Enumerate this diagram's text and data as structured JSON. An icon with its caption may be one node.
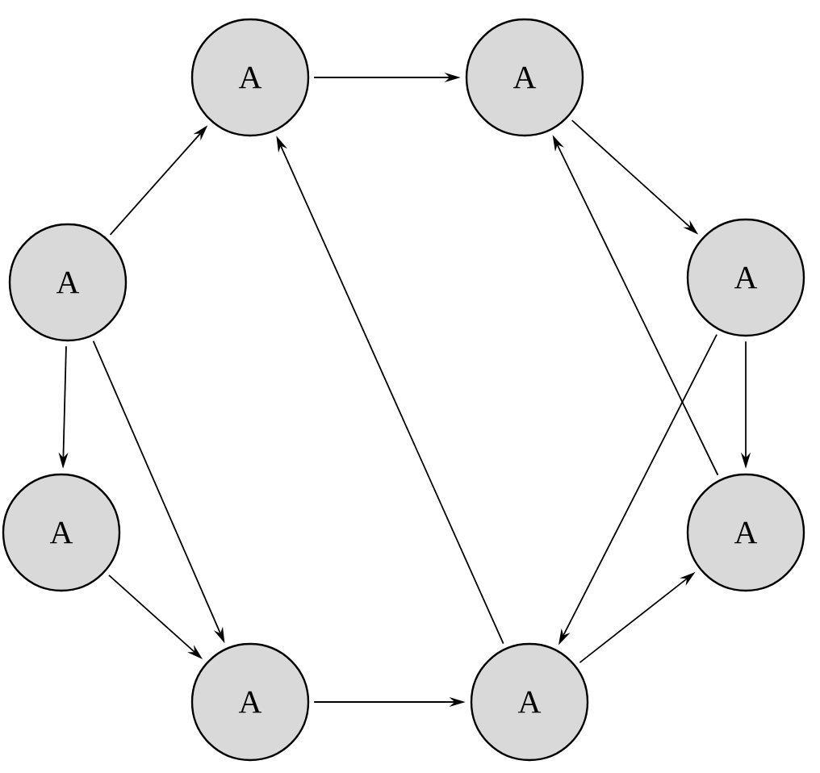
{
  "diagram": {
    "nodes": [
      {
        "text": [
          "A"
        ]
      },
      {
        "text": [
          "A"
        ]
      },
      {
        "text": [
          "A"
        ]
      },
      {
        "text": [
          "A"
        ]
      },
      {
        "text": [
          "A"
        ]
      },
      {
        "text": [
          "A"
        ]
      },
      {
        "text": [
          "A"
        ]
      },
      {
        "text": [
          "A"
        ]
      }
    ],
    "edges": [
      {
        "from": 2,
        "to": 0,
        "arrow": "to"
      },
      {
        "from": 0,
        "to": 1,
        "arrow": "to"
      },
      {
        "from": 1,
        "to": 3,
        "arrow": "to"
      },
      {
        "from": 2,
        "to": 4,
        "arrow": "to"
      },
      {
        "from": 2,
        "to": 6,
        "arrow": "to"
      },
      {
        "from": 4,
        "to": 6,
        "arrow": "to"
      },
      {
        "from": 6,
        "to": 7,
        "arrow": "to"
      },
      {
        "from": 7,
        "to": 0,
        "arrow": "to"
      },
      {
        "from": 3,
        "to": 7,
        "arrow": "to"
      },
      {
        "from": 3,
        "to": 5,
        "arrow": "to"
      },
      {
        "from": 5,
        "to": 1,
        "arrow": "to"
      },
      {
        "from": 7,
        "to": 5,
        "arrow": "to"
      }
    ]
  }
}
